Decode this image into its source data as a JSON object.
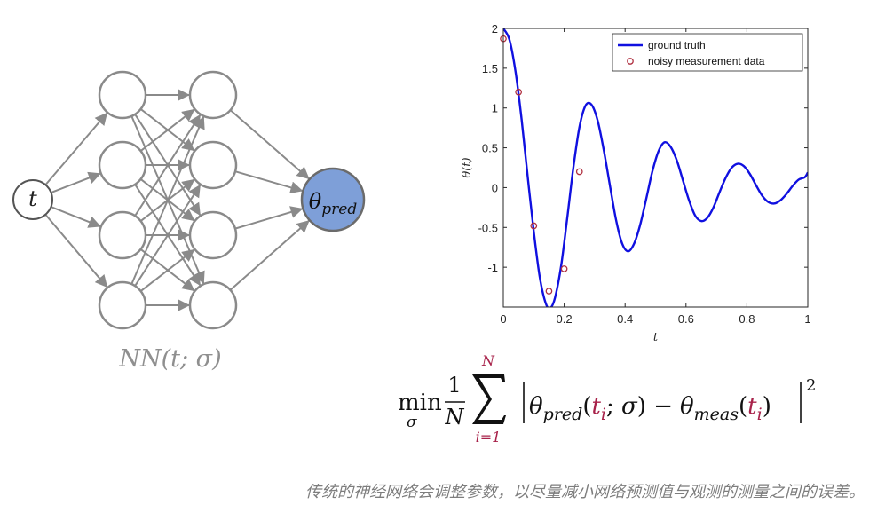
{
  "network": {
    "input_label": "t",
    "output_label_base": "θ",
    "output_label_sub": "pred",
    "caption": "NN(t; σ)",
    "layers": [
      1,
      4,
      4,
      1
    ],
    "output_color": "#7e9fd8",
    "line_color": "#8a8a8a"
  },
  "chart_data": {
    "type": "line",
    "xlabel": "t",
    "ylabel": "θ(t)",
    "xlim": [
      0,
      1
    ],
    "ylim": [
      -1.5,
      2
    ],
    "xticks": [
      0,
      0.2,
      0.4,
      0.6,
      0.8,
      1
    ],
    "xtick_labels": [
      "0",
      "0.2",
      "0.4",
      "0.6",
      "0.8",
      "1"
    ],
    "yticks": [
      -1,
      -0.5,
      0,
      0.5,
      1,
      1.5,
      2
    ],
    "ytick_labels": [
      "-1",
      "-0.5",
      "0",
      "0.5",
      "1",
      "1.5",
      "2"
    ],
    "grid": false,
    "legend_position": "top-right",
    "series": [
      {
        "name": "ground truth",
        "style": "line",
        "color": "#1010e0",
        "x": [
          0,
          0.02,
          0.04,
          0.06,
          0.08,
          0.1,
          0.12,
          0.14,
          0.155,
          0.17,
          0.19,
          0.21,
          0.23,
          0.25,
          0.27,
          0.29,
          0.31,
          0.33,
          0.35,
          0.37,
          0.39,
          0.41,
          0.43,
          0.45,
          0.47,
          0.49,
          0.51,
          0.53,
          0.55,
          0.57,
          0.59,
          0.61,
          0.63,
          0.65,
          0.67,
          0.69,
          0.71,
          0.73,
          0.75,
          0.77,
          0.79,
          0.81,
          0.83,
          0.85,
          0.87,
          0.89,
          0.91,
          0.93,
          0.95,
          0.97,
          0.99,
          1.0
        ],
        "y": [
          2.0,
          1.86,
          1.46,
          0.86,
          0.14,
          -0.55,
          -1.13,
          -1.46,
          -1.51,
          -1.38,
          -0.98,
          -0.38,
          0.25,
          0.76,
          1.03,
          1.04,
          0.84,
          0.47,
          0.03,
          -0.4,
          -0.7,
          -0.8,
          -0.7,
          -0.46,
          -0.13,
          0.21,
          0.46,
          0.57,
          0.51,
          0.34,
          0.09,
          -0.16,
          -0.35,
          -0.42,
          -0.38,
          -0.25,
          -0.06,
          0.12,
          0.25,
          0.3,
          0.27,
          0.17,
          0.03,
          -0.1,
          -0.18,
          -0.2,
          -0.16,
          -0.08,
          0.02,
          0.1,
          0.13,
          0.19
        ]
      },
      {
        "name": "noisy measurement data",
        "style": "markers",
        "color": "#b03040",
        "x": [
          0,
          0.05,
          0.1,
          0.15,
          0.2,
          0.25
        ],
        "y": [
          1.87,
          1.2,
          -0.48,
          -1.3,
          -1.02,
          0.2
        ]
      }
    ]
  },
  "formula": {
    "min": "min",
    "min_sub": "σ",
    "frac_num": "1",
    "frac_den": "N",
    "sum_upper": "N",
    "sum_lower": "i=1",
    "theta": "θ",
    "pred_sub": "pred",
    "meas_sub": "meas",
    "t_var": "t",
    "i_sub": "i",
    "sigma": "σ",
    "minus": "−",
    "exponent": "2",
    "index_color": "#a8224a"
  },
  "caption": "传统的神经网络会调整参数，以尽量减小网络预测值与观测的测量之间的误差。"
}
